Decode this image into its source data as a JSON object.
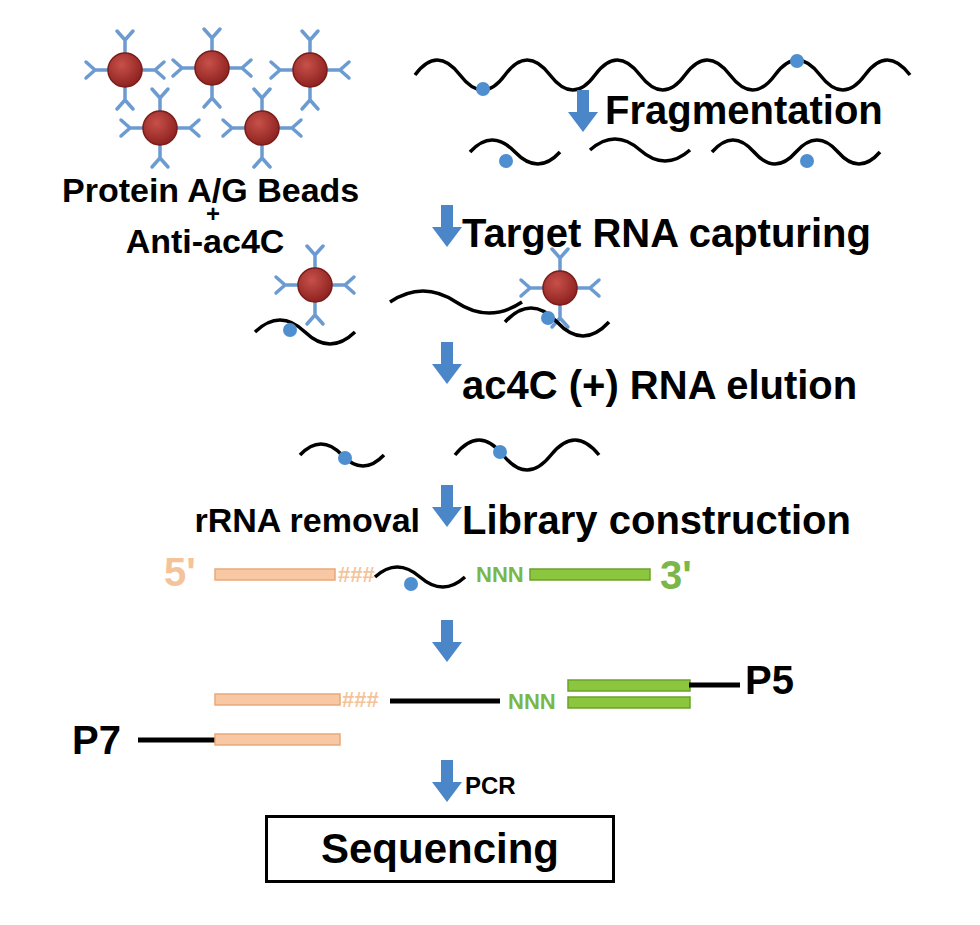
{
  "diagram": {
    "nodes": [
      {
        "text": [
          "Sequencing"
        ]
      }
    ],
    "labels": [
      "Protein A/G Beads",
      "+",
      "Anti-ac4C",
      "Fragmentation",
      "Target RNA capturing",
      "ac4C (+) RNA elution",
      "rRNA removal",
      "Library construction",
      "5'",
      "###",
      "NNN",
      "3'",
      "P7",
      "###",
      "NNN",
      "P5",
      "PCR"
    ]
  }
}
